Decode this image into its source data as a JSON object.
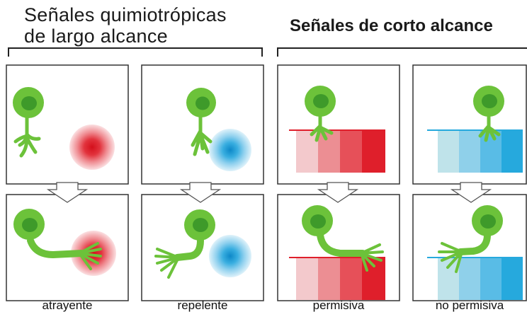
{
  "headers": {
    "long_range": [
      "Señales quimiotrópicas",
      "de largo alcance"
    ],
    "short_range": "Señales de corto alcance"
  },
  "columns": [
    {
      "id": "atrayente",
      "label": "atrayente"
    },
    {
      "id": "repelente",
      "label": "repelente"
    },
    {
      "id": "permisiva",
      "label": "permisiva"
    },
    {
      "id": "no-permisiva",
      "label": "no permisiva"
    }
  ],
  "colors": {
    "neuron": "#6cc23a",
    "nucleus": "#3e9a2a",
    "attractant": "#e0232e",
    "repellent": "#2aa6d8",
    "permissive_ramp": [
      "#f3c9cc",
      "#ec8e93",
      "#e65059",
      "#df1f2b"
    ],
    "nonpermissive_ramp": [
      "#bfe3ea",
      "#8fd0ea",
      "#59bce6",
      "#26a9dd"
    ],
    "frame": "#333333"
  }
}
